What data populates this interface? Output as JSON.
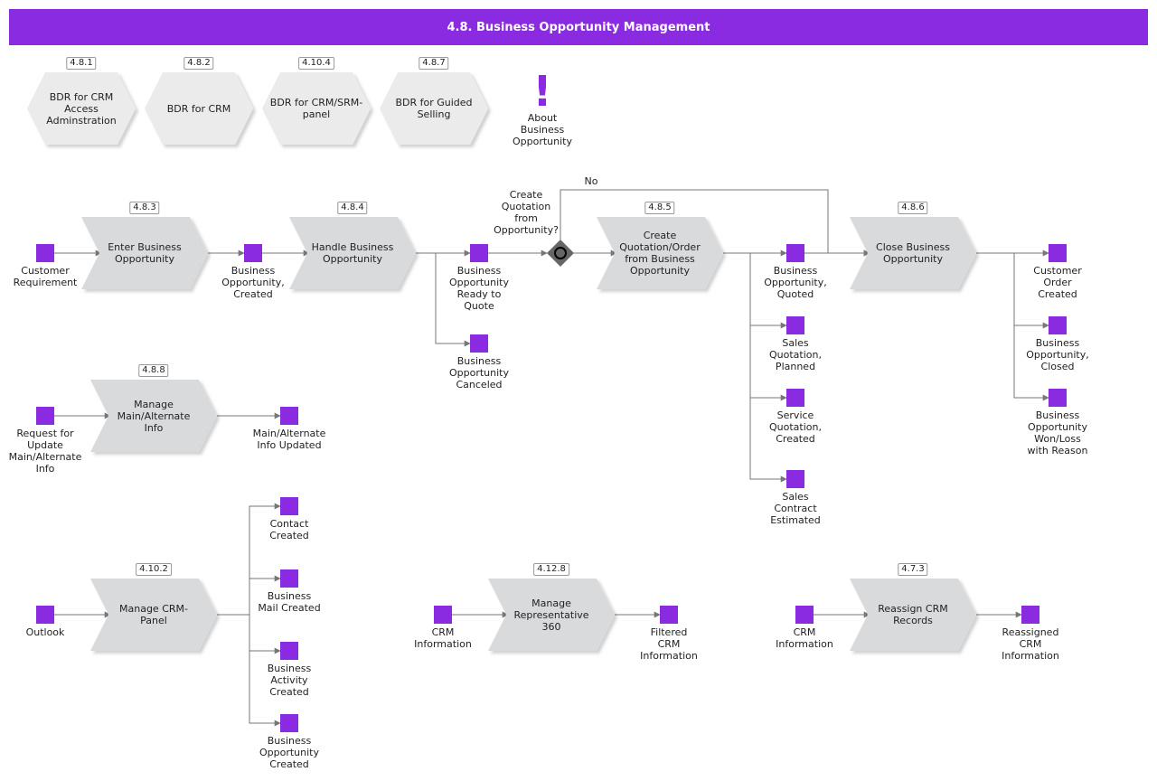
{
  "header": {
    "title": "4.8. Business Opportunity Management"
  },
  "colors": {
    "accent": "#8a2be2",
    "shape": "#d9dadb",
    "shape_bdr": "#ebebeb"
  },
  "bdrs": [
    {
      "badge": "4.8.1",
      "label": "BDR for CRM\nAccess\nAdminstration"
    },
    {
      "badge": "4.8.2",
      "label": "BDR for CRM"
    },
    {
      "badge": "4.10.4",
      "label": "BDR for CRM/SRM-\npanel"
    },
    {
      "badge": "4.8.7",
      "label": "BDR for Guided\nSelling"
    }
  ],
  "about": {
    "icon": "exclamation-icon",
    "label": "About\nBusiness\nOpportunity"
  },
  "processes": [
    {
      "badge": "4.8.3",
      "label": "Enter Business\nOpportunity"
    },
    {
      "badge": "4.8.4",
      "label": "Handle Business\nOpportunity"
    },
    {
      "badge": "4.8.5",
      "label": "Create\nQuotation/Order\nfrom Business\nOpportunity"
    },
    {
      "badge": "4.8.6",
      "label": "Close Business\nOpportunity"
    },
    {
      "badge": "4.8.8",
      "label": "Manage\nMain/Alternate\nInfo"
    },
    {
      "badge": "4.10.2",
      "label": "Manage CRM-\nPanel"
    },
    {
      "badge": "4.12.8",
      "label": "Manage\nRepresentative\n360"
    },
    {
      "badge": "4.7.3",
      "label": "Reassign CRM\nRecords"
    }
  ],
  "events": [
    "Customer\nRequirement",
    "Business\nOpportunity,\nCreated",
    "Business\nOpportunity\nReady to\nQuote",
    "Business\nOpportunity\nCanceled",
    "Business\nOpportunity,\nQuoted",
    "Sales\nQuotation,\nPlanned",
    "Service\nQuotation,\nCreated",
    "Sales\nContract\nEstimated",
    "Customer\nOrder\nCreated",
    "Business\nOpportunity,\nClosed",
    "Business\nOpportunity\nWon/Loss\nwith Reason",
    "Request for\nUpdate\nMain/Alternate\nInfo",
    "Main/Alternate\nInfo Updated",
    "Outlook",
    "Contact\nCreated",
    "Business\nMail Created",
    "Business\nActivity\nCreated",
    "Business\nOpportunity\nCreated",
    "CRM\nInformation",
    "Filtered\nCRM\nInformation",
    "CRM\nInformation",
    "Reassigned\nCRM\nInformation"
  ],
  "gateway": {
    "question": "Create\nQuotation\nfrom\nOpportunity?",
    "no_label": "No"
  }
}
